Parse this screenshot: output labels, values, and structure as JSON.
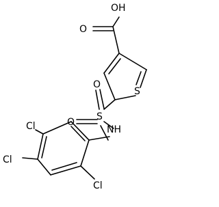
{
  "structure": {
    "atoms": {
      "hydroxyl": "OH",
      "carbonyl_oxygen": "O",
      "thiophene_sulfur": "S",
      "sulfonyl_sulfur": "S",
      "sulfonyl_oxygen_top": "O",
      "sulfonyl_oxygen_bottom": "O",
      "amine": "NH",
      "chlorine_a": "Cl",
      "chlorine_b": "Cl",
      "chlorine_c": "Cl"
    }
  }
}
